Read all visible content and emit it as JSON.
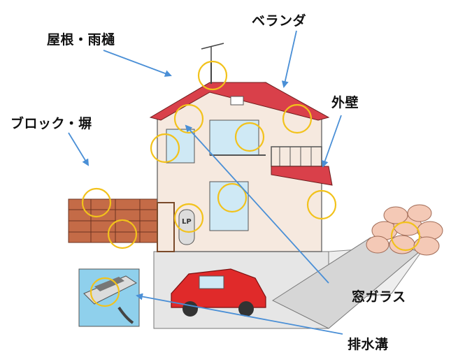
{
  "labels": {
    "roof": "屋根・雨樋",
    "veranda": "ベランダ",
    "outer_wall": "外壁",
    "block_fence": "ブロック・塀",
    "window_glass": "窓ガラス",
    "drain": "排水溝"
  },
  "colors": {
    "arrow": "#4a8fd6",
    "circle": "#f2c21b",
    "roof": "#d9404a",
    "wall": "#f6e9df",
    "fence": "#c46b47",
    "car": "#e02a2a",
    "inset_bg": "#8fd0ec"
  },
  "icons": [
    "tv-antenna-icon",
    "propane-tank-icon",
    "car-icon",
    "stone-pile-icon",
    "drain-grate-icon"
  ]
}
